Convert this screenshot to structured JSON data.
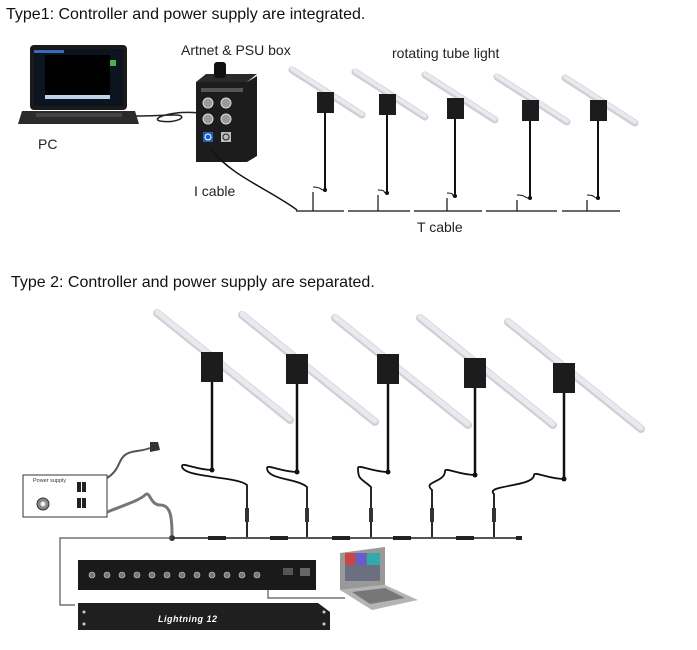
{
  "type1": {
    "heading": "Type1: Controller and power supply are integrated.",
    "labels": {
      "pc": "PC",
      "psu_box": "Artnet & PSU box",
      "tube_light": "rotating tube light",
      "i_cable": "I cable",
      "t_cable": "T cable"
    },
    "tube_light_count": 5
  },
  "type2": {
    "heading": "Type 2: Controller and power supply are separated.",
    "labels": {
      "power_supply": "Power supply",
      "controller_brand": "Lightning 12"
    },
    "tube_light_count": 5,
    "controller_port_count": 12
  },
  "colors": {
    "device": "#1c1c1c",
    "tube": "#e9e9ef",
    "cable": "#111111",
    "neutrik_blue": "#1f5fc4"
  }
}
